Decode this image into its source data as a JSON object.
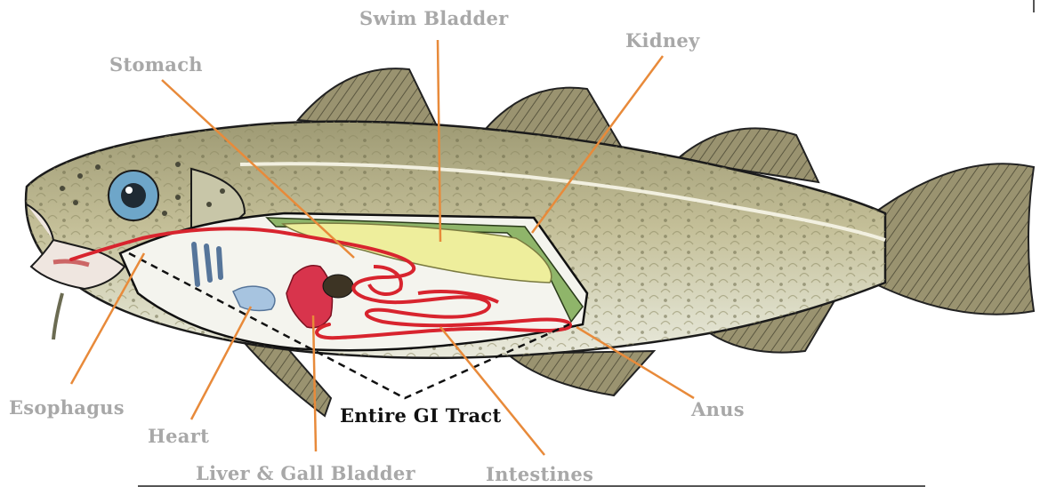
{
  "labels": {
    "swim_bladder": "Swim Bladder",
    "kidney": "Kidney",
    "stomach": "Stomach",
    "esophagus": "Esophagus",
    "heart": "Heart",
    "liver_gall_bladder": "Liver & Gall Bladder",
    "entire_gi_tract": "Entire GI Tract",
    "intestines": "Intestines",
    "anus": "Anus"
  },
  "colors": {
    "label_text": "#a8a8a8",
    "gi_label_text": "#111111",
    "leader_line": "#e88a3a",
    "gi_tract": "#d8242e",
    "fish_body": "#b9b48c",
    "fins": "#8c8666",
    "swim_bladder": "#eeee9c",
    "kidney": "#8fb56a",
    "heart": "#a7c4e0",
    "liver": "#d8344c",
    "eye": "#6ea6c9"
  }
}
